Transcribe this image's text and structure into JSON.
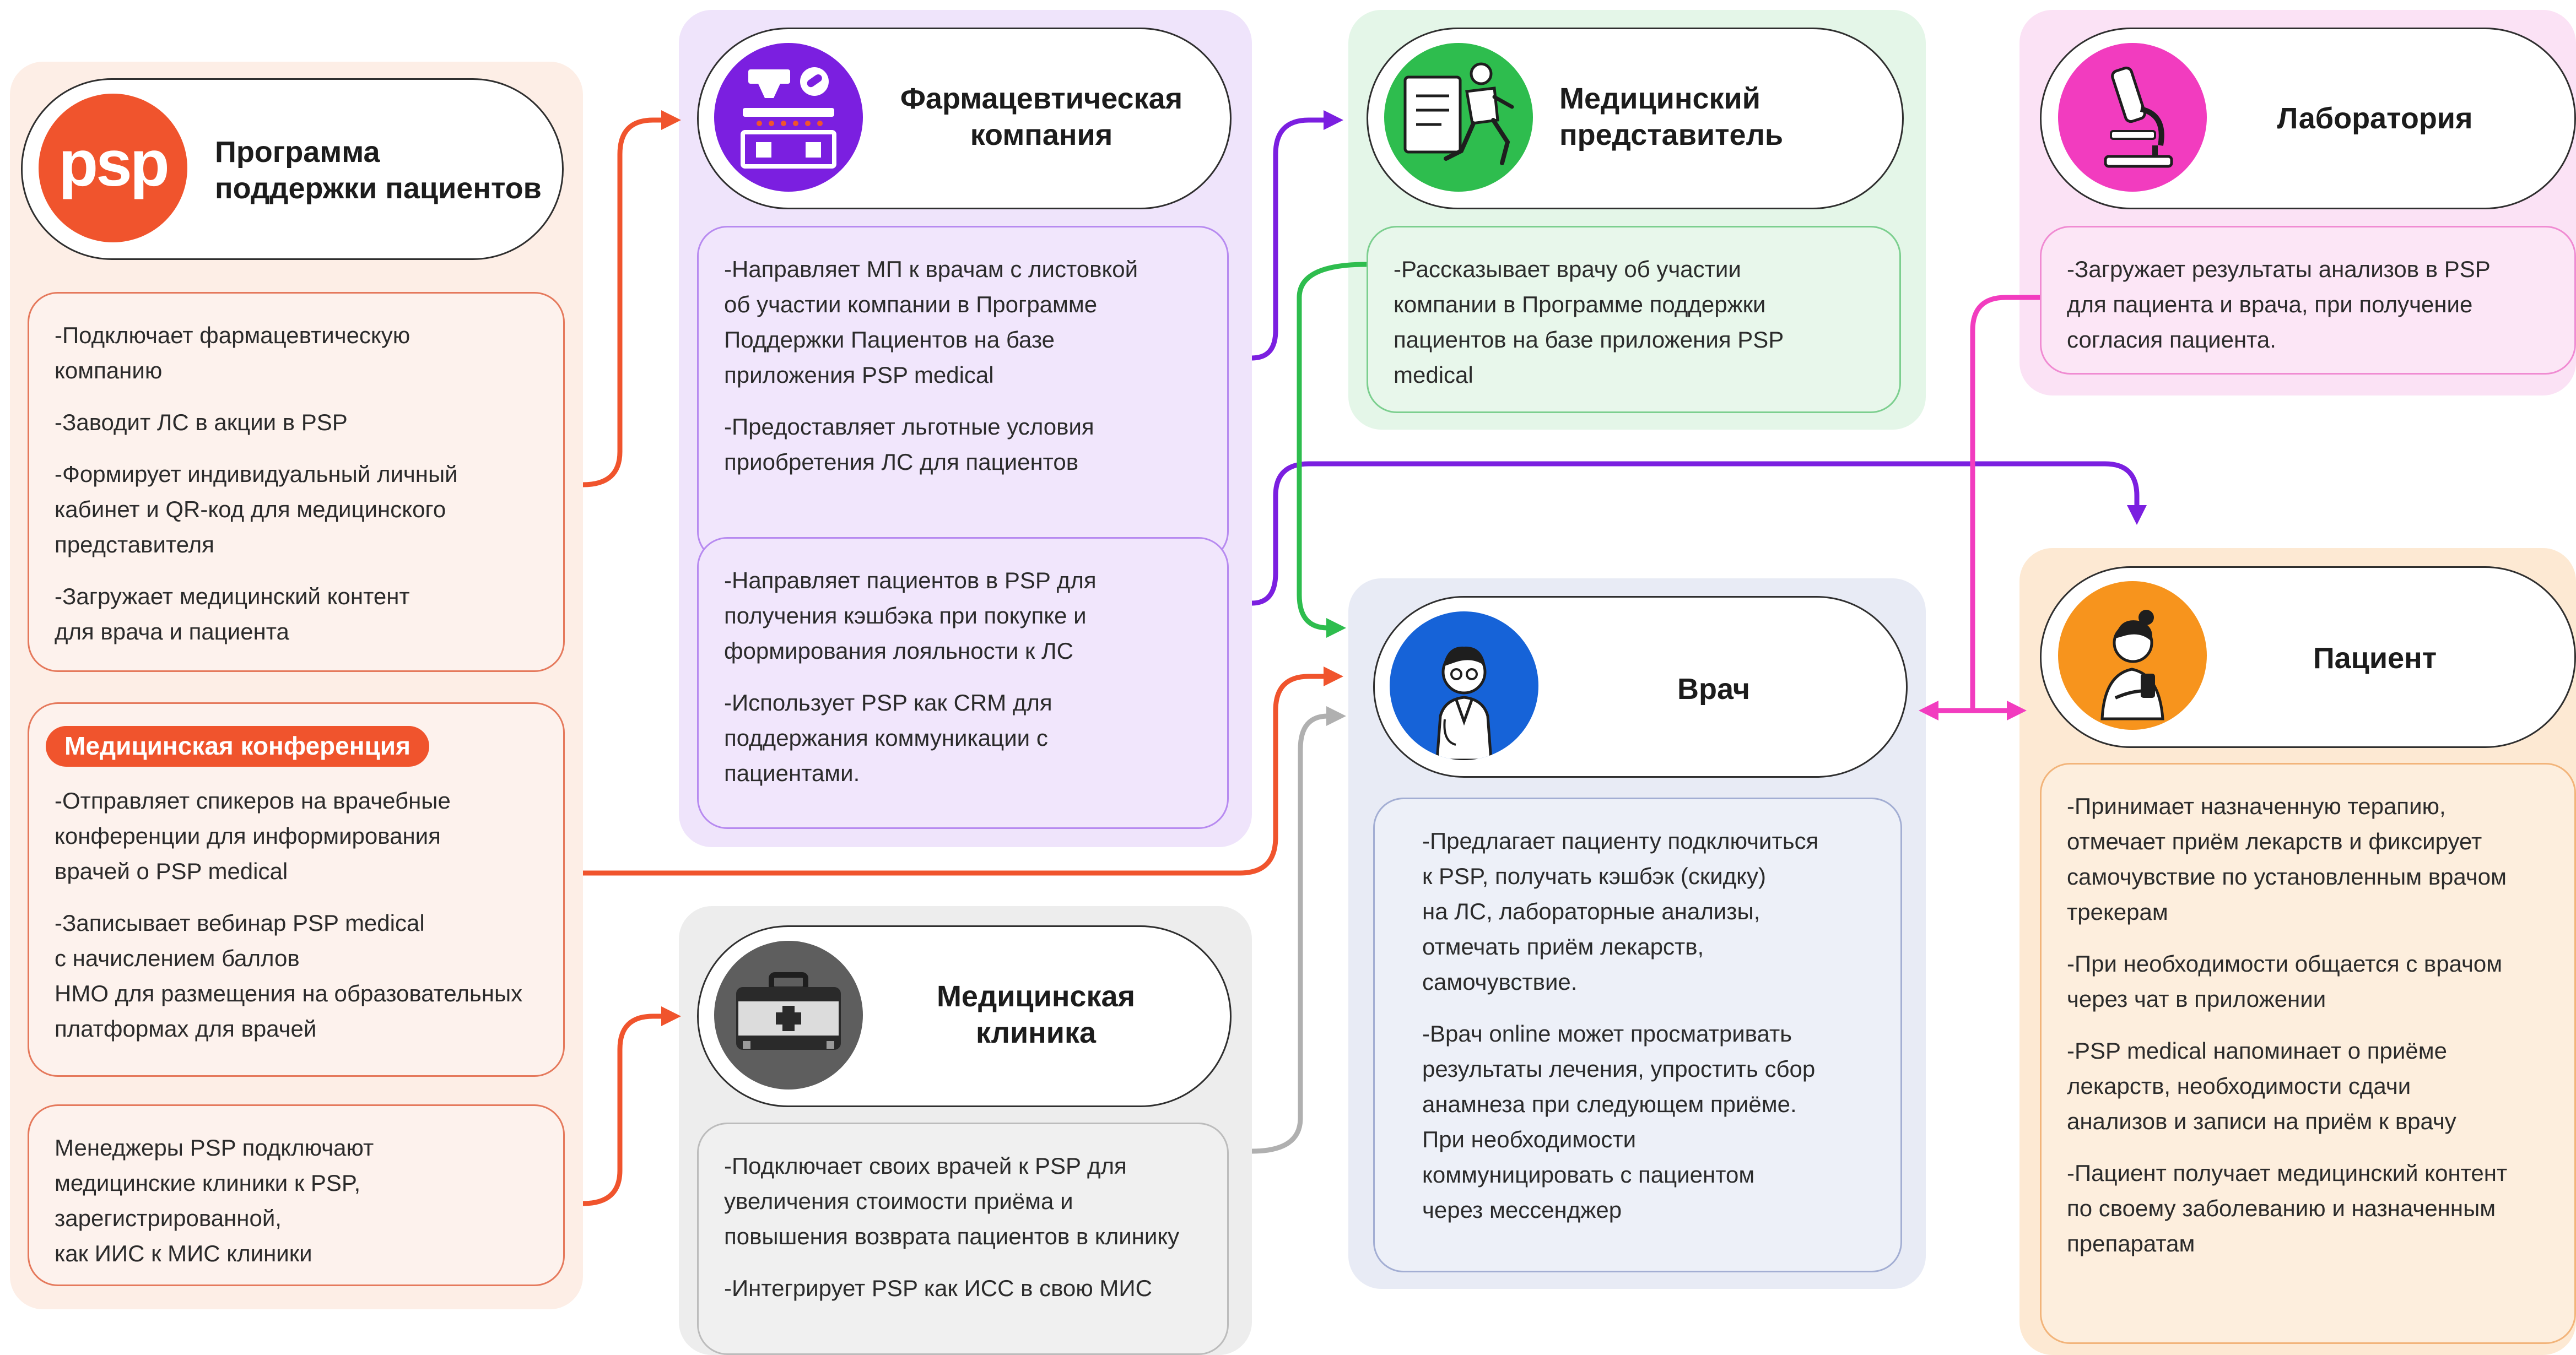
{
  "psp": {
    "logo_text": "psp",
    "title": "Программа\nподдержки пациентов",
    "items": [
      "-Подключает фармацевтическую\nкомпанию",
      "-Заводит ЛС в акции в PSP",
      "-Формирует индивидуальный личный\nкабинет и QR-код для медицинского\nпредставителя",
      "-Загружает медицинский контент\nдля врача и пациента"
    ],
    "conference_label": "Медицинская конференция",
    "conference_items": [
      "-Отправляет спикеров на врачебные\nконференции для информирования\nврачей о PSP medical",
      "-Записывает вебинар PSP medical\nс начислением баллов\nНМО для размещения на образовательных\nплатформах для врачей"
    ],
    "managers_text": "Менеджеры PSP подключают\nмедицинские клиники к PSP,\nзарегистрированной,\nкак ИИС к МИС клиники"
  },
  "pharma": {
    "title": "Фармацевтическая\nкомпания",
    "icon": "factory-icon",
    "box1": [
      "-Направляет МП к врачам с листовкой\nоб участии компании в Программе\nПоддержки Пациентов на базе\nприложения PSP medical",
      "-Предоставляет льготные условия\nприобретения ЛС для пациентов"
    ],
    "box2": [
      "-Направляет пациентов в PSP для\nполучения кэшбэка при покупке и\nформирования лояльности к ЛС",
      "-Использует PSP как CRM для\nподдержания коммуникации с\nпациентами."
    ]
  },
  "clinic": {
    "title": "Медицинская\nклиника",
    "icon": "briefcase-icon",
    "items": [
      "-Подключает своих врачей к PSP для\nувеличения стоимости приёма и\nповышения возврата пациентов в клинику",
      "-Интегрирует PSP как ИСС в свою МИС"
    ]
  },
  "rep": {
    "title": "Медицинский\nпредставитель",
    "icon": "running-rep-icon",
    "items": [
      "-Рассказывает врачу об участии\nкомпании в Программе поддержки\nпациентов на базе приложения PSP\nmedical"
    ]
  },
  "doctor": {
    "title": "Врач",
    "icon": "doctor-icon",
    "items": [
      "-Предлагает пациенту подключиться\nк PSP, получать кэшбэк (скидку)\nна ЛС, лабораторные анализы,\nотмечать приём лекарств,\nсамочувствие.",
      "-Врач online может просматривать\nрезультаты лечения, упростить сбор\nанамнеза при следующем приёме.\nПри необходимости\nкоммуницировать с пациентом\nчерез мессенджер"
    ]
  },
  "lab": {
    "title": "Лаборатория",
    "icon": "microscope-icon",
    "items": [
      "-Загружает результаты анализов в PSP\nдля пациента и врача, при получение\nсогласия пациента."
    ]
  },
  "patient": {
    "title": "Пациент",
    "icon": "patient-icon",
    "items": [
      "-Принимает назначенную терапию,\nотмечает приём лекарств и фиксирует\nсамочувствие по установленным врачом\nтрекерам",
      "-При необходимости общается с врачом\nчерез чат в приложении",
      "-PSP medical напоминает о приёме\nлекарств, необходимости сдачи\nанализов и записи на приём к врачу",
      "-Пациент получает медицинский контент\nпо своему заболеванию и назначенным\nпрепаратам"
    ]
  },
  "colors": {
    "psp": "#f0542d",
    "pharma": "#7b1fe0",
    "rep": "#2ebd4e",
    "lab": "#f23cbf",
    "patient": "#f7941d",
    "doctor": "#1663d8",
    "clinic": "#b0b0b0"
  }
}
